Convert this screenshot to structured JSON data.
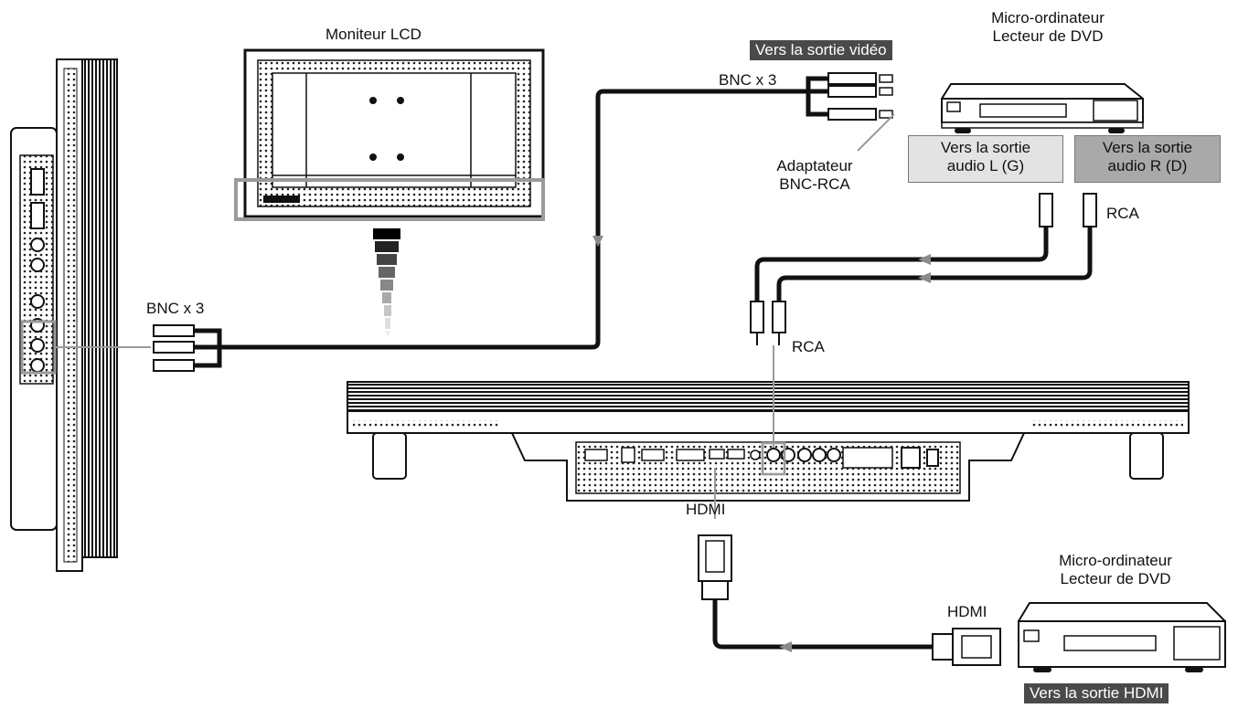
{
  "labels": {
    "monitor_title": "Moniteur LCD",
    "dev_top_line1": "Micro-ordinateur",
    "dev_top_line2": "Lecteur de DVD",
    "video_out_tag": "Vers la sortie vidéo",
    "bnc_top": "BNC x 3",
    "adapter_line1": "Adaptateur",
    "adapter_line2": "BNC-RCA",
    "audio_l_line1": "Vers la sortie",
    "audio_l_line2": "audio L (G)",
    "audio_r_line1": "Vers la sortie",
    "audio_r_line2": "audio R (D)",
    "rca_top": "RCA",
    "bnc_left": "BNC x 3",
    "rca_mid": "RCA",
    "hdmi_top": "HDMI",
    "dev_bottom_line1": "Micro-ordinateur",
    "dev_bottom_line2": "Lecteur de DVD",
    "hdmi_right": "HDMI",
    "hdmi_out_tag": "Vers la sortie HDMI"
  },
  "colors": {
    "tag_bg": "#4a4a4a",
    "audio_l_bg": "#e3e3e3",
    "audio_r_bg": "#a9a9a9",
    "cable": "#111111",
    "arrow": "#8a8a8a",
    "highlight": "#9a9a9a"
  }
}
